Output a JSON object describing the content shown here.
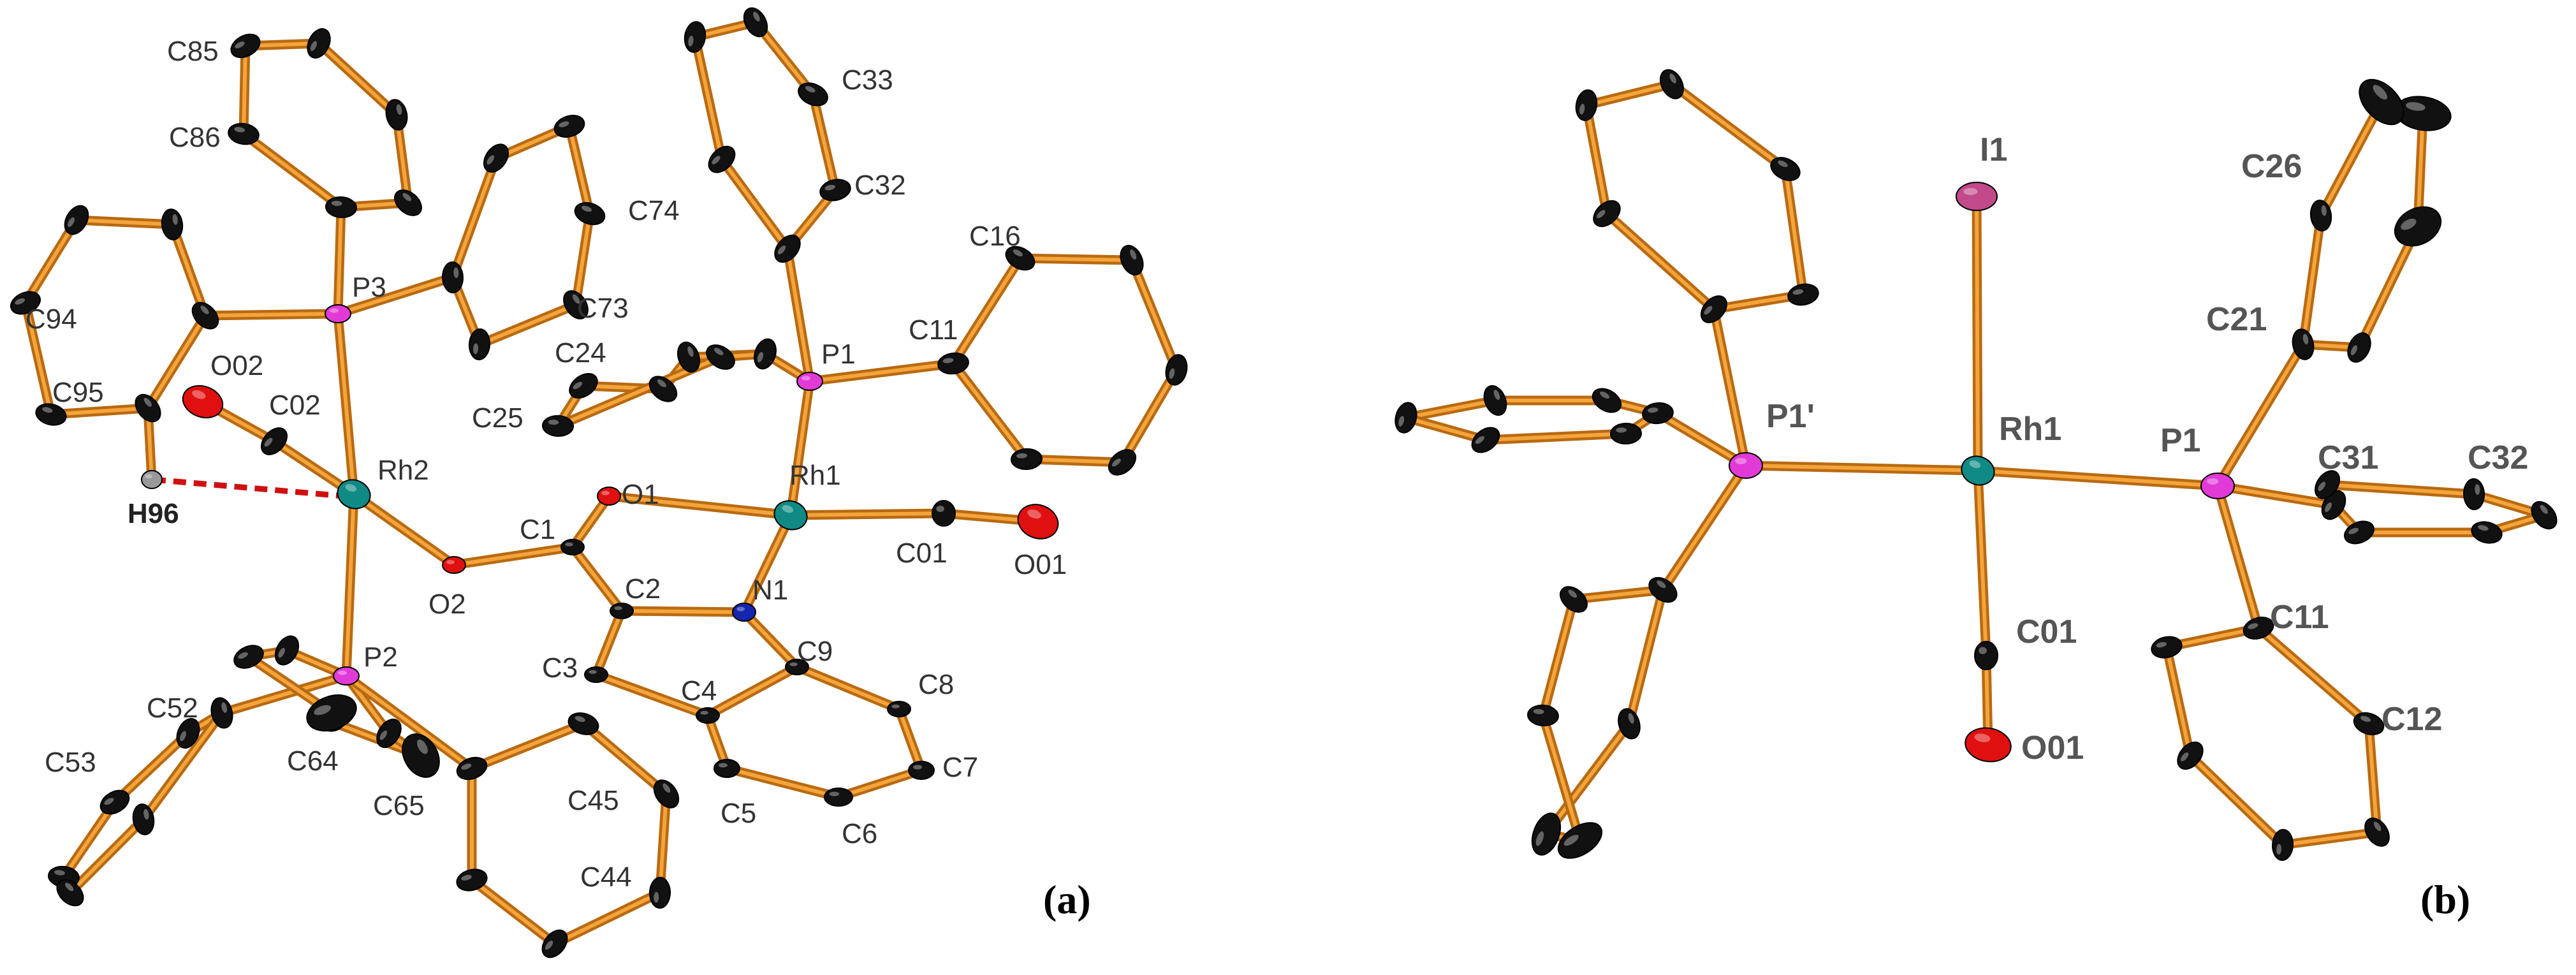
{
  "panels": {
    "a": {
      "tag": "(a)"
    },
    "b": {
      "tag": "(b)"
    }
  },
  "colors": {
    "bond_outer": "#b86a12",
    "bond_inner": "#f4a43a",
    "carbon": "#111111",
    "oxygen": "#e01010",
    "nitrogen": "#1525b0",
    "phosphorus": "#e23ad7",
    "rhodium": "#108a84",
    "iodine": "#c24a8a",
    "hydrogen": "#999999",
    "hbond": "#d01010"
  },
  "labels_a": {
    "C85": "C85",
    "C86": "C86",
    "C33": "C33",
    "C32": "C32",
    "C74": "C74",
    "C94": "C94",
    "C73": "C73",
    "C16": "C16",
    "C24": "C24",
    "P3": "P3",
    "P1": "P1",
    "C11": "C11",
    "O02": "O02",
    "C02": "C02",
    "C25": "C25",
    "C95": "C95",
    "Rh2": "Rh2",
    "O1": "O1",
    "Rh1": "Rh1",
    "H96": "H96",
    "C1": "C1",
    "C01": "C01",
    "O01": "O01",
    "O2": "O2",
    "C2": "C2",
    "N1": "N1",
    "C3": "C3",
    "C4": "C4",
    "C9": "C9",
    "P2": "P2",
    "C8": "C8",
    "C52": "C52",
    "C64": "C64",
    "C65": "C65",
    "C45": "C45",
    "C53": "C53",
    "C7": "C7",
    "C5": "C5",
    "C6": "C6",
    "C44": "C44"
  },
  "labels_b": {
    "I1": "I1",
    "C26": "C26",
    "C21": "C21",
    "P1p": "P1'",
    "Rh1": "Rh1",
    "P1": "P1",
    "C31": "C31",
    "C32": "C32",
    "C01": "C01",
    "C11": "C11",
    "C12": "C12",
    "O01": "O01"
  }
}
